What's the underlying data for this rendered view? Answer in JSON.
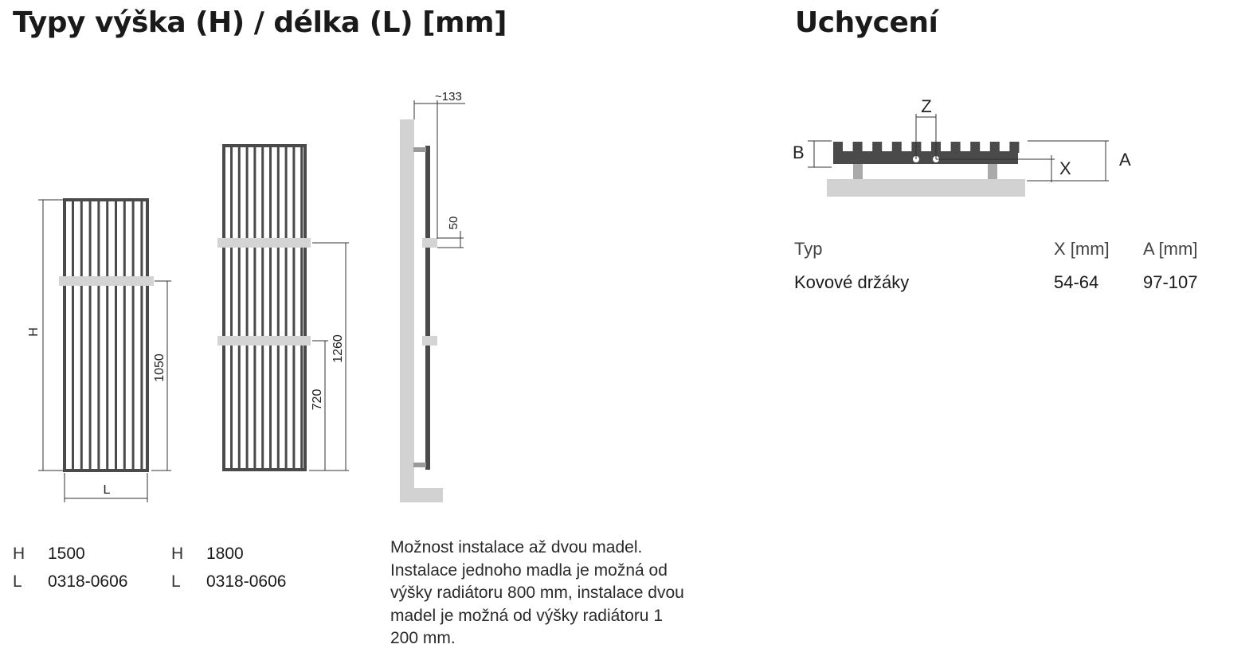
{
  "titles": {
    "types": "Typy výška (H) / délka (L) [mm]",
    "mounting": "Uchycení"
  },
  "drawing": {
    "radiator_1": {
      "height_label": "H",
      "length_label": "L",
      "bar_height_label": "1050"
    },
    "radiator_2": {
      "bar_low_label": "720",
      "bar_high_label": "1260"
    },
    "side_view": {
      "depth_label": "~133",
      "bar_gap_label": "50"
    },
    "mount": {
      "z_label": "Z",
      "b_label": "B",
      "a_label": "A",
      "x_label": "X"
    }
  },
  "specs": [
    {
      "h_key": "H",
      "h_value": "1500",
      "l_key": "L",
      "l_value": "0318-0606"
    },
    {
      "h_key": "H",
      "h_value": "1800",
      "l_key": "L",
      "l_value": "0318-0606"
    }
  ],
  "note": "Možnost instalace až dvou madel. Instalace jednoho madla je možná od výšky radiátoru 800 mm, instalace dvou madel je možná od výšky radiátoru 1 200 mm.",
  "mount_table": {
    "headers": [
      "Typ",
      "X [mm]",
      "A [mm]"
    ],
    "rows": [
      [
        "Kovové držáky",
        "54-64",
        "97-107"
      ]
    ]
  },
  "colors": {
    "radiator": "#4a4a4a",
    "bar": "#d4d4d4",
    "wall": "#d2d2d2",
    "dimension_line": "#333333"
  }
}
